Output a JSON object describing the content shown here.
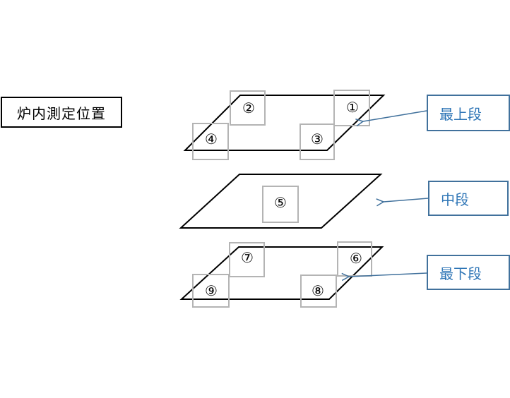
{
  "title": "炉内測定位置",
  "levels": {
    "top": "最上段",
    "middle": "中段",
    "bottom": "最下段"
  },
  "markers": {
    "m1": "①",
    "m2": "②",
    "m3": "③",
    "m4": "④",
    "m5": "⑤",
    "m6": "⑥",
    "m7": "⑦",
    "m8": "⑧",
    "m9": "⑨"
  },
  "colors": {
    "outline": "#000000",
    "marker_box": "#b4b4b4",
    "level_border": "#41719c",
    "level_text": "#2e75b6",
    "arrow": "#41719c"
  }
}
